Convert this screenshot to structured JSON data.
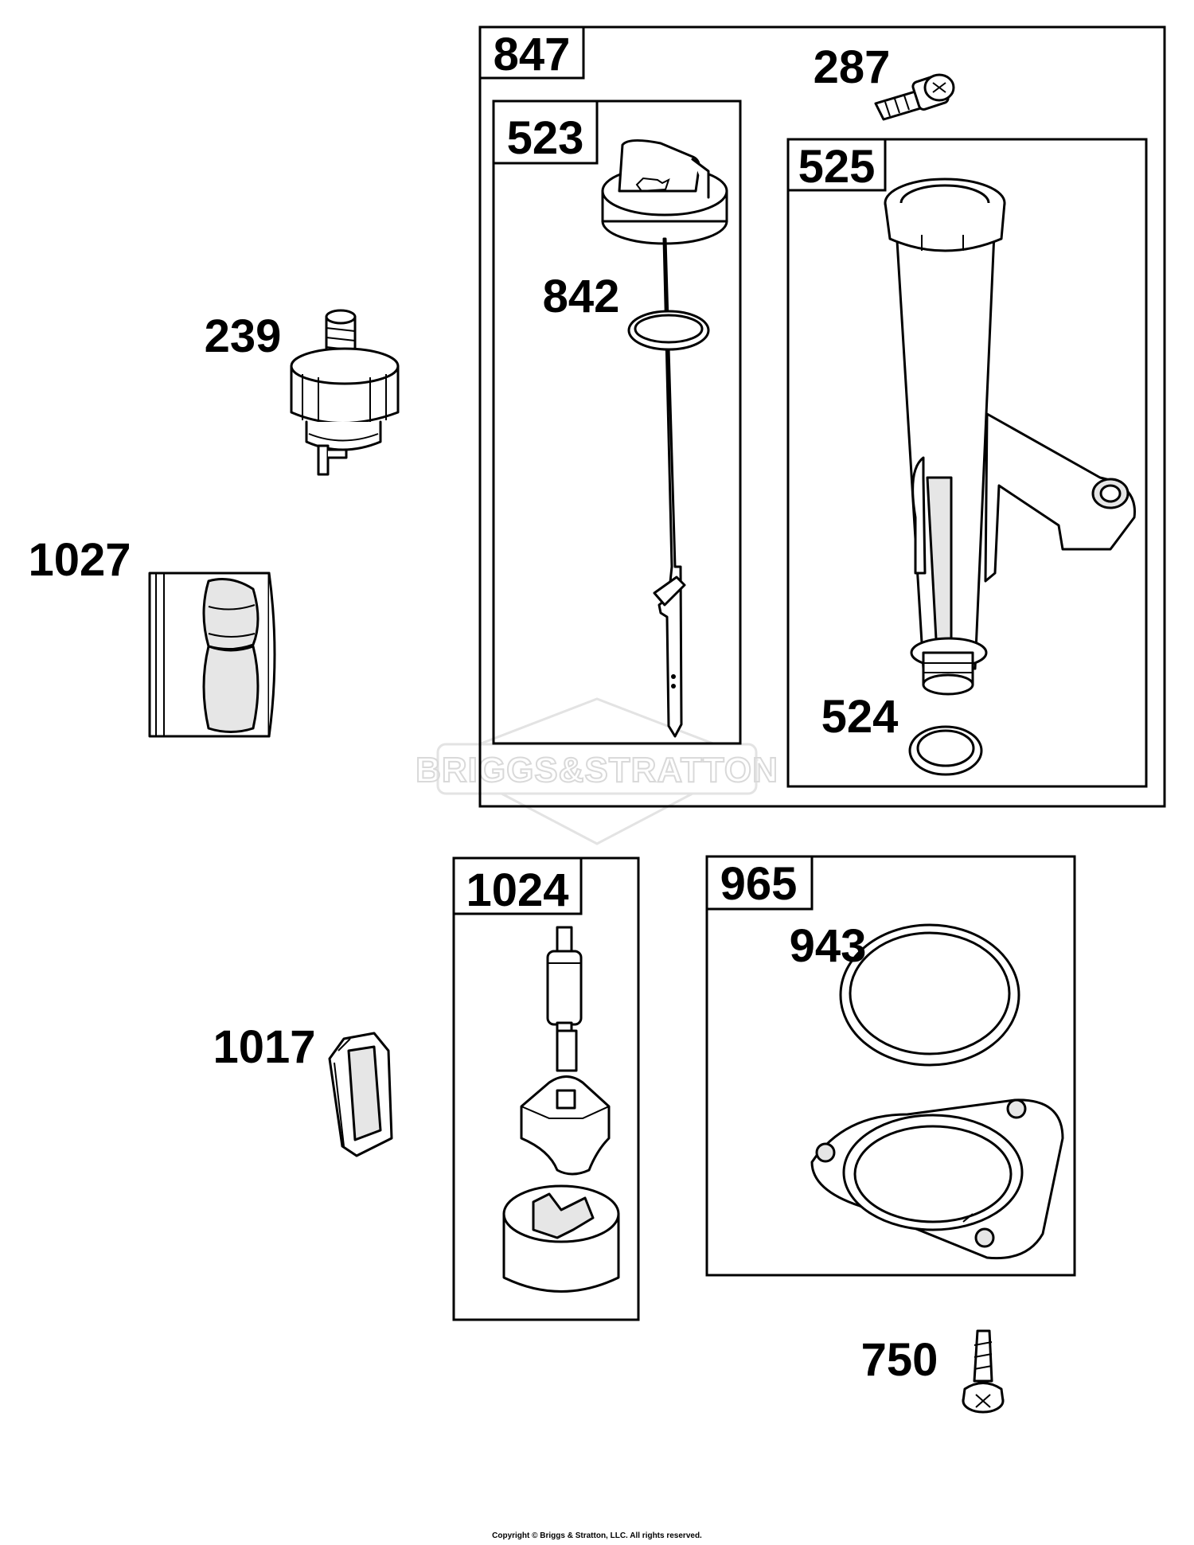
{
  "watermark": "BRIGGS&STRATTON",
  "copyright": "Copyright © Briggs & Stratton, LLC. All rights reserved.",
  "labels": {
    "p847": "847",
    "p287": "287",
    "p523": "523",
    "p525": "525",
    "p842": "842",
    "p239": "239",
    "p1027": "1027",
    "p524": "524",
    "p1024": "1024",
    "p965": "965",
    "p943": "943",
    "p1017": "1017",
    "p750": "750"
  }
}
